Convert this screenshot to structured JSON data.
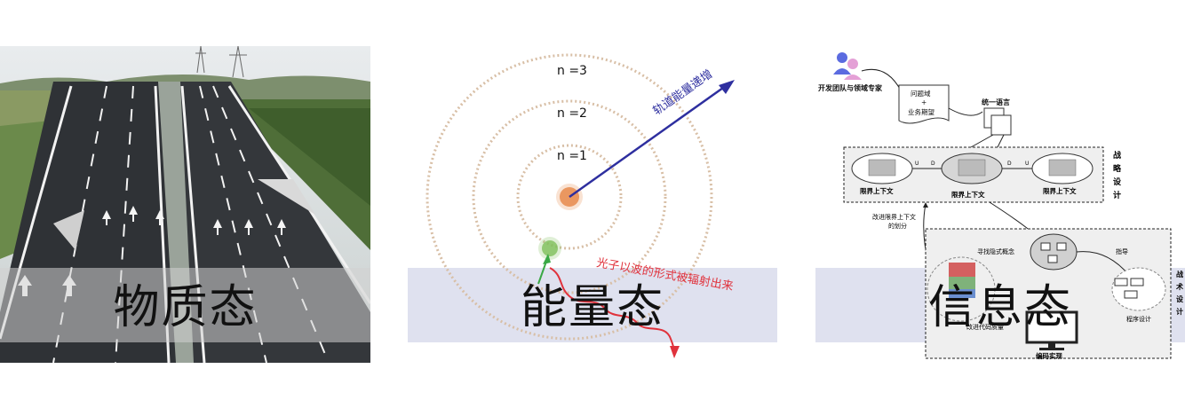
{
  "captions": {
    "matter": "物质态",
    "energy": "能量态",
    "information": "信息态"
  },
  "energy": {
    "levels": [
      "n =1",
      "n =2",
      "n =3"
    ],
    "orbit_increase": "轨道能量递增",
    "photon": "光子以波的形式被辐射出来"
  },
  "ddd": {
    "team": "开发团队与领域专家",
    "problem_domain": "问题域",
    "plus": "+",
    "business_expectation": "业务期望",
    "ubiquitous_language": "统一语言",
    "strategic_design": [
      "战",
      "略",
      "设",
      "计"
    ],
    "bounded_contexts": [
      "限界上下文",
      "限界上下文",
      "限界上下文"
    ],
    "u": "U",
    "d": "D",
    "improve_split": [
      "改进限界上下文",
      "的划分"
    ],
    "find_implicit": "寻找隐式概念",
    "guide": "指导",
    "tactical_design": [
      "战",
      "术",
      "设",
      "计"
    ],
    "program_design": "程序设计",
    "improve_quality": "改进代码质量",
    "coding": "编码实现"
  },
  "colors": {
    "band": "#dfe1ef",
    "orbit": "#d8bfa6",
    "arrow_blue": "#2e2f9f",
    "photon_red": "#e0323c",
    "photon_green": "#3aa845",
    "nucleus": "#e88a4c"
  }
}
